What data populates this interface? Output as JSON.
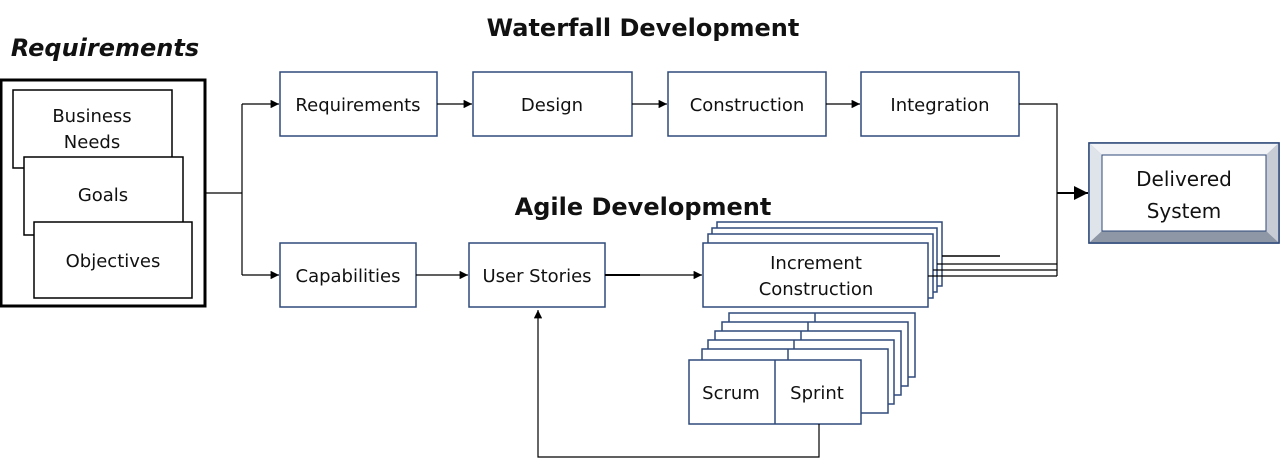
{
  "titles": {
    "waterfall": "Waterfall Development",
    "agile": "Agile Development",
    "requirements": "Requirements"
  },
  "requirements_stack": {
    "business_needs": [
      "Business",
      "Needs"
    ],
    "goals": "Goals",
    "objectives": "Objectives"
  },
  "waterfall_steps": [
    "Requirements",
    "Design",
    "Construction",
    "Integration"
  ],
  "agile_steps": {
    "capabilities": "Capabilities",
    "user_stories": "User Stories",
    "increment": [
      "Increment",
      "Construction"
    ],
    "scrum": "Scrum",
    "sprint": "Sprint"
  },
  "delivered": [
    "Delivered",
    "System"
  ],
  "colors": {
    "box_border": "#2f4a7a",
    "line": "#000000",
    "bevel_light": "#dfe3ea",
    "bevel_dark": "#9aa3b1"
  }
}
